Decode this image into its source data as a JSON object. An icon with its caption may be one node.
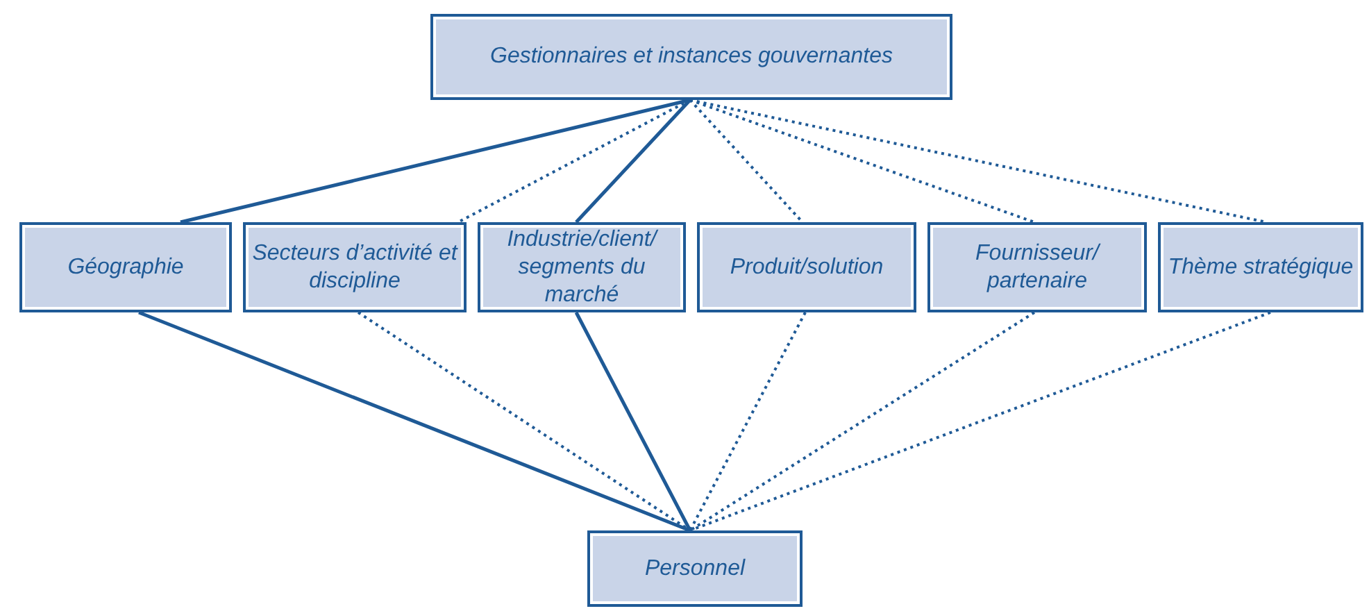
{
  "diagram": {
    "nodes": [
      {
        "text": [
          "Gestionnaires et instances gouvernantes"
        ]
      },
      {
        "text": [
          "Géographie"
        ]
      },
      {
        "text": [
          "Secteurs d’activité et discipline"
        ]
      },
      {
        "text": [
          "Industrie/client/ segments du marché"
        ]
      },
      {
        "text": [
          "Produit/solution"
        ]
      },
      {
        "text": [
          "Fournisseur/ partenaire"
        ]
      },
      {
        "text": [
          "Thème stratégique"
        ]
      },
      {
        "text": [
          "Personnel"
        ]
      }
    ],
    "edges": [
      {
        "from": 0,
        "to": 1,
        "arrow": "none"
      },
      {
        "from": 0,
        "to": 2,
        "arrow": "none",
        "style": "dashed"
      },
      {
        "from": 0,
        "to": 3,
        "arrow": "none"
      },
      {
        "from": 0,
        "to": 4,
        "arrow": "none",
        "style": "dashed"
      },
      {
        "from": 0,
        "to": 5,
        "arrow": "none",
        "style": "dashed"
      },
      {
        "from": 0,
        "to": 6,
        "arrow": "none",
        "style": "dashed"
      },
      {
        "from": 1,
        "to": 7,
        "arrow": "none"
      },
      {
        "from": 2,
        "to": 7,
        "arrow": "none",
        "style": "dashed"
      },
      {
        "from": 3,
        "to": 7,
        "arrow": "none"
      },
      {
        "from": 4,
        "to": 7,
        "arrow": "none",
        "style": "dashed"
      },
      {
        "from": 5,
        "to": 7,
        "arrow": "none",
        "style": "dashed"
      },
      {
        "from": 6,
        "to": 7,
        "arrow": "none",
        "style": "dashed"
      }
    ]
  }
}
